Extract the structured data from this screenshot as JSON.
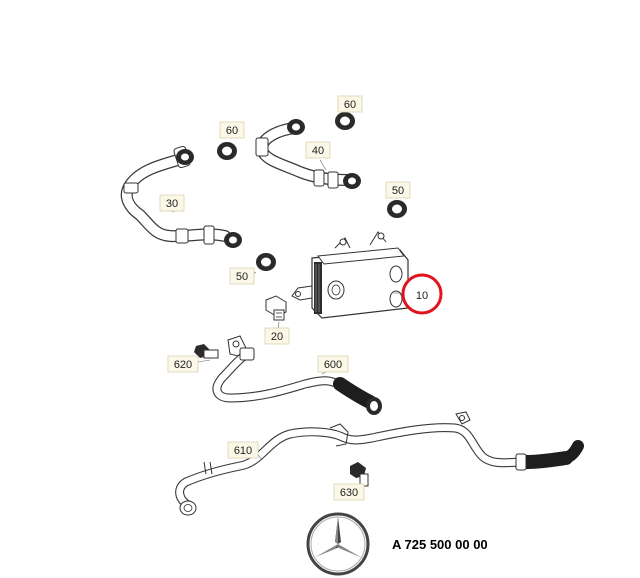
{
  "diagram": {
    "callouts": {
      "c60_top": "60",
      "c60_left": "60",
      "c40": "40",
      "c50_right": "50",
      "c30": "30",
      "c50_left": "50",
      "c20": "20",
      "c10": "10",
      "c620": "620",
      "c600": "600",
      "c610": "610",
      "c630": "630"
    },
    "highlight_color": "#e0141e",
    "part_number": "A 725 500 00 00",
    "logo": "mercedes-benz-star"
  }
}
